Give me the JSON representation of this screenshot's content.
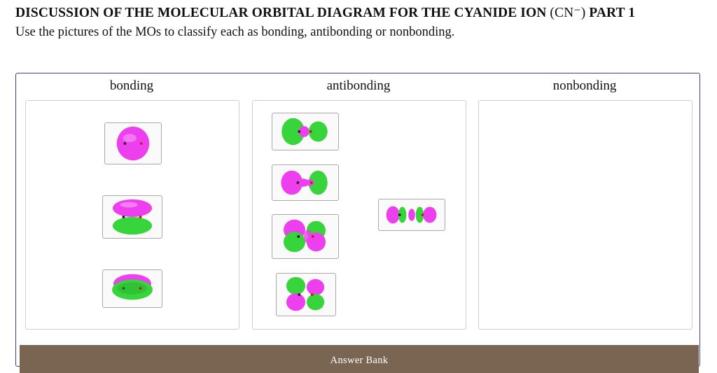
{
  "header": {
    "title_main": "DISCUSSION OF THE MOLECULAR ORBITAL DIAGRAM FOR THE CYANIDE ION ",
    "title_ion": "(CN⁻)",
    "title_part": " PART 1",
    "instructions": "Use the pictures of the MOs to classify each as bonding, antibonding or nonbonding."
  },
  "categories": [
    {
      "label": "bonding"
    },
    {
      "label": "antibonding"
    },
    {
      "label": "nonbonding"
    }
  ],
  "answer_bank": {
    "label": "Answer Bank"
  },
  "colors": {
    "lobe_magenta": "#ee3fee",
    "lobe_green": "#37d43c",
    "border_blue": "#3d3d9e",
    "bank_brown": "#7a6552"
  }
}
